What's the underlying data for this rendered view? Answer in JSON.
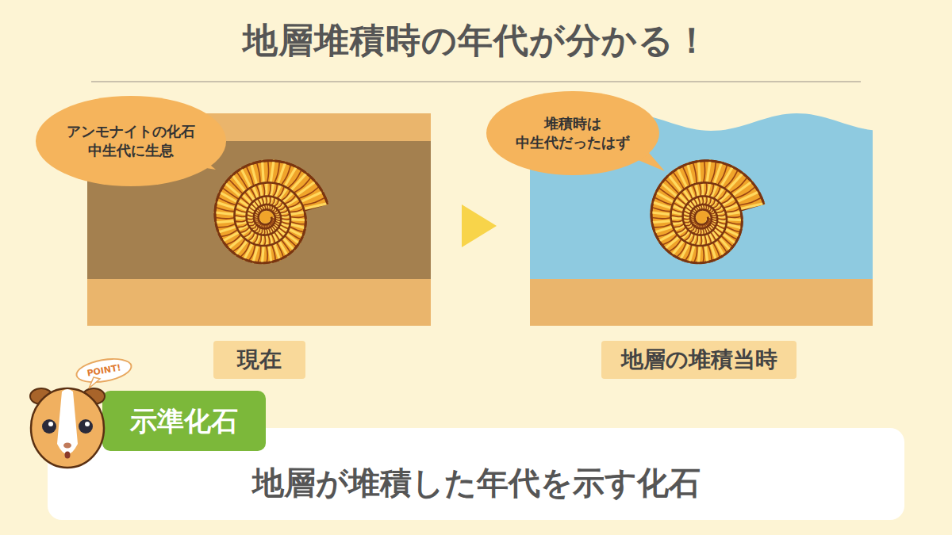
{
  "diagram": {
    "title": "地層堆積時の年代が分かる！",
    "nodes": [
      {
        "text": [
          "アンモナイトの化石 中生代に生息"
        ]
      },
      {
        "text": [
          "堆積時は 中生代だったはず"
        ]
      },
      {
        "text": [
          "現在"
        ]
      },
      {
        "text": [
          "地層の堆積当時"
        ]
      },
      {
        "text": [
          "POINT!"
        ]
      },
      {
        "text": [
          "示準化石"
        ]
      },
      {
        "text": [
          "地層が堆積した年代を示す化石"
        ]
      }
    ]
  }
}
